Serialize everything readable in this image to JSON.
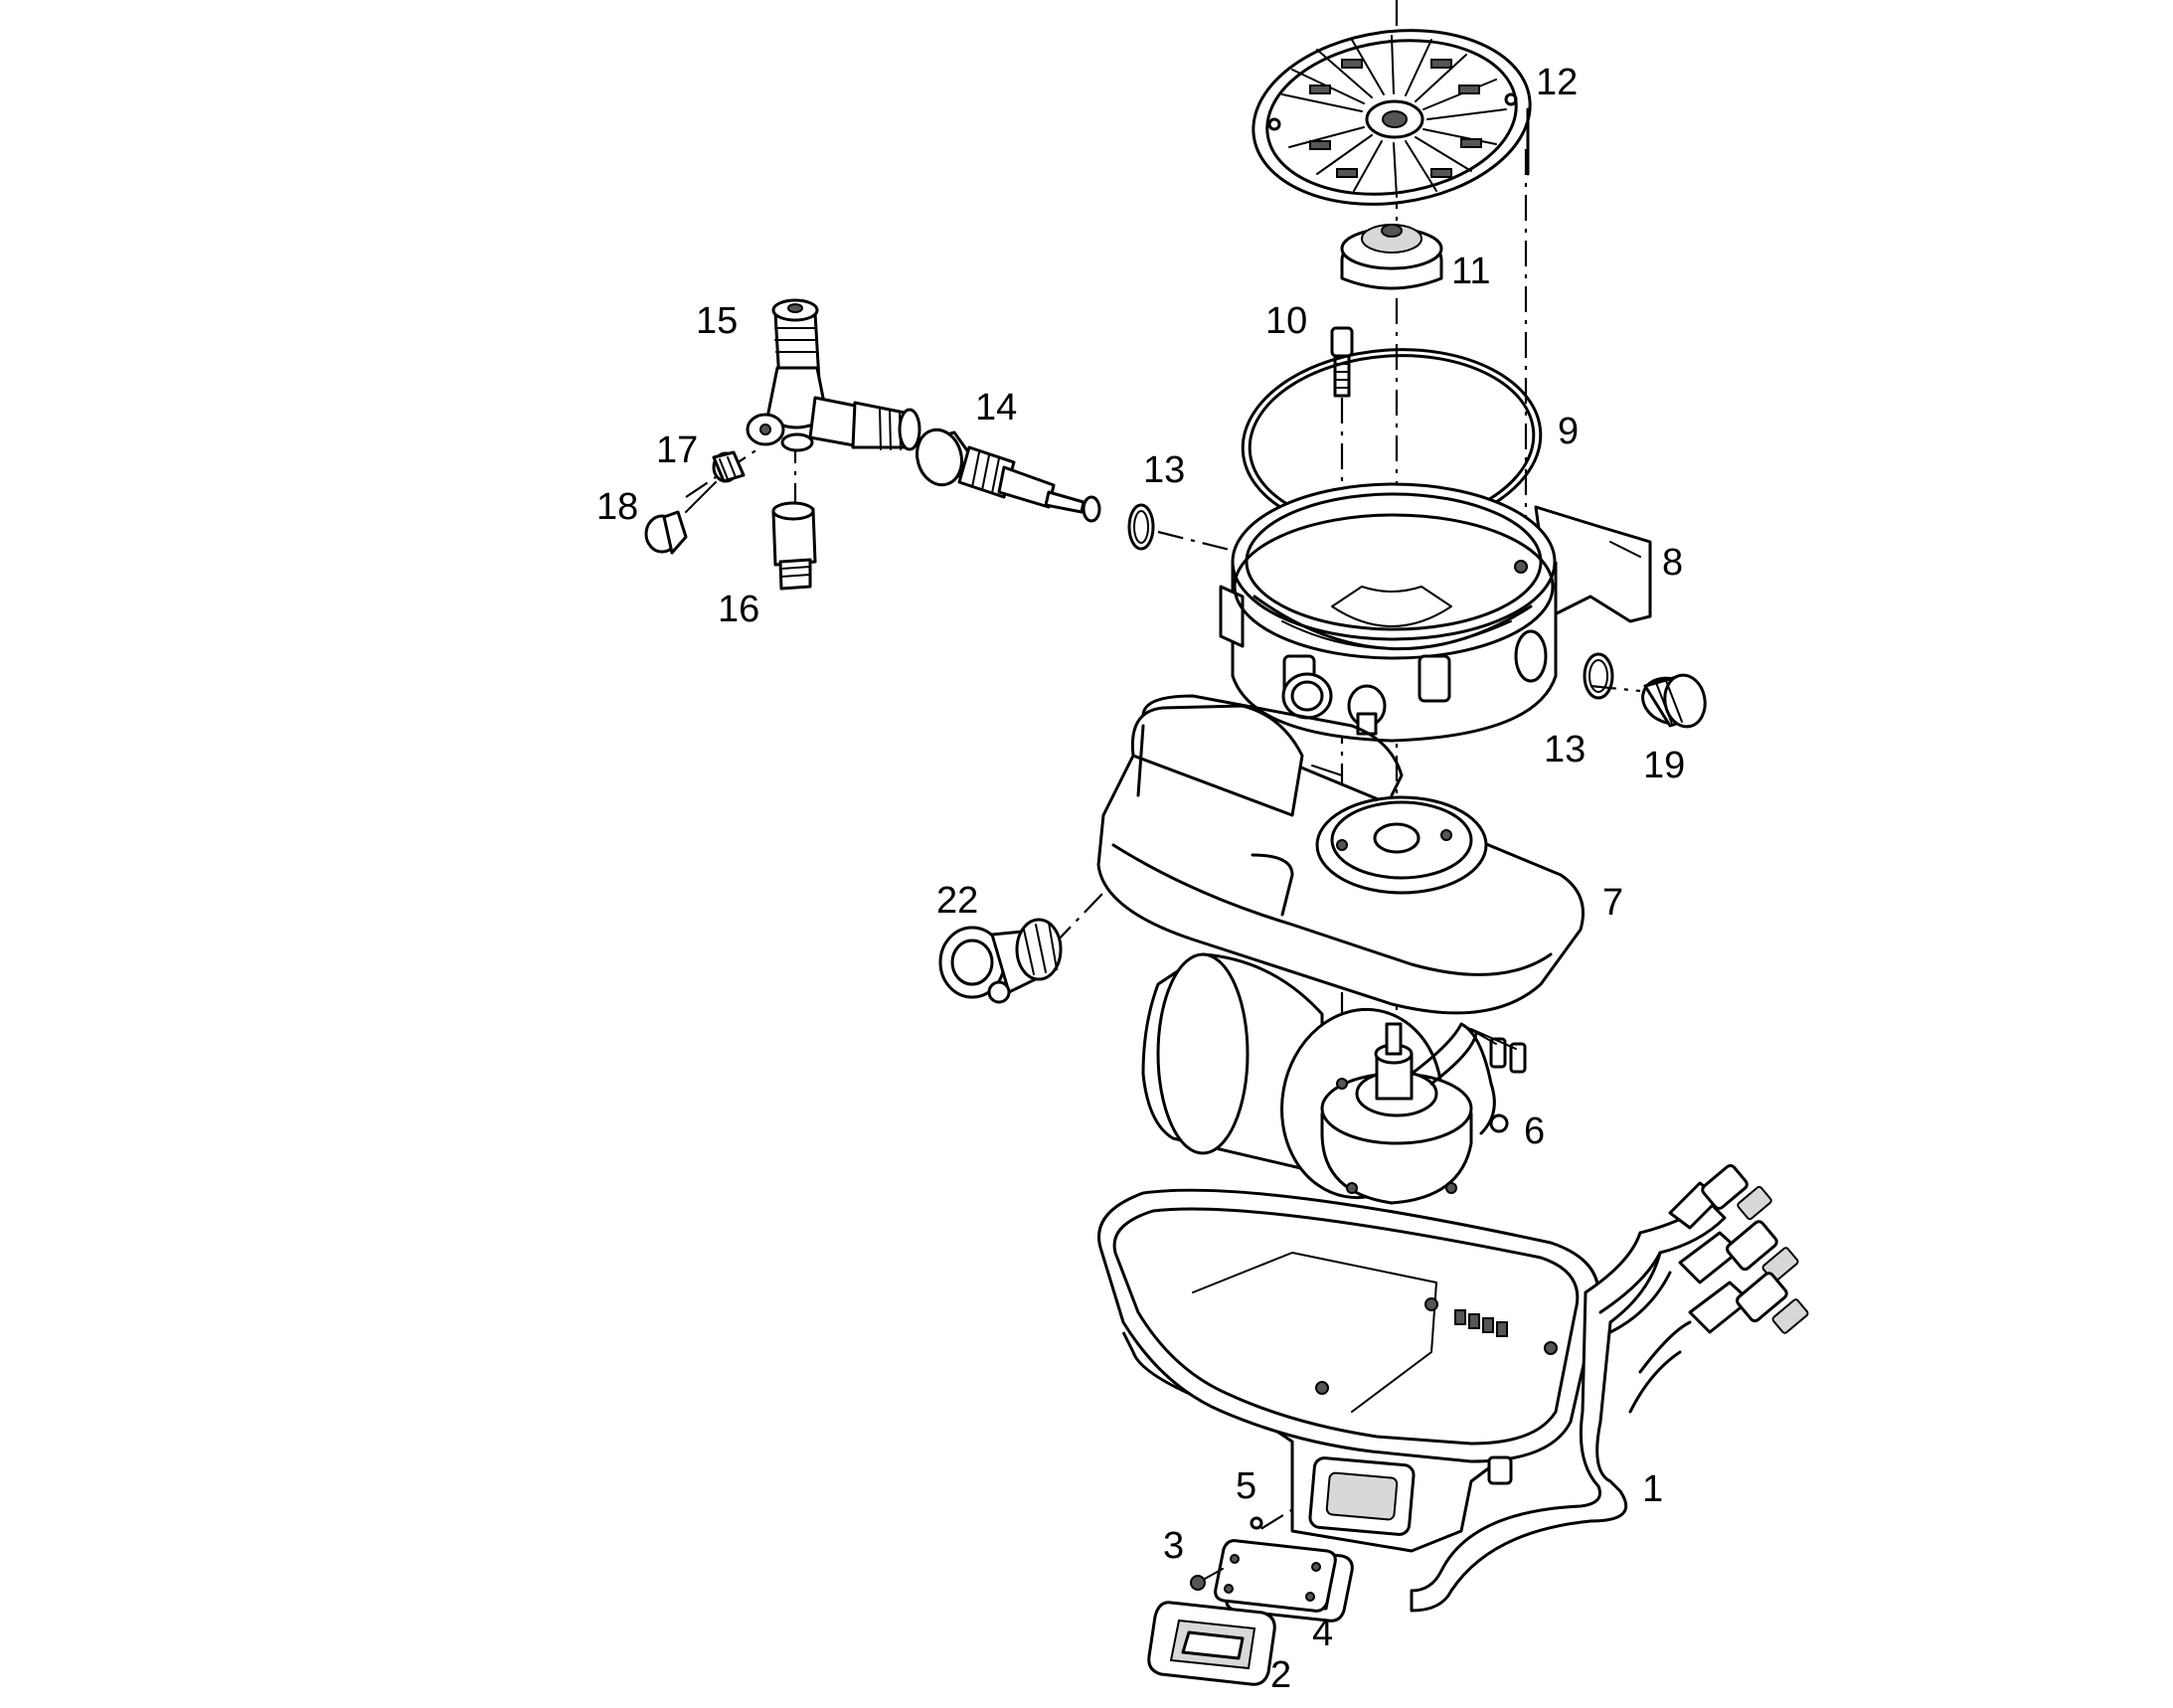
{
  "diagram": {
    "callouts": [
      {
        "id": "1",
        "text": "1"
      },
      {
        "id": "2",
        "text": "2"
      },
      {
        "id": "3",
        "text": "3"
      },
      {
        "id": "4",
        "text": "4"
      },
      {
        "id": "5",
        "text": "5"
      },
      {
        "id": "6",
        "text": "6"
      },
      {
        "id": "7",
        "text": "7"
      },
      {
        "id": "8",
        "text": "8"
      },
      {
        "id": "9",
        "text": "9"
      },
      {
        "id": "10",
        "text": "10"
      },
      {
        "id": "11",
        "text": "11"
      },
      {
        "id": "12",
        "text": "12"
      },
      {
        "id": "13a",
        "text": "13"
      },
      {
        "id": "13b",
        "text": "13"
      },
      {
        "id": "14",
        "text": "14"
      },
      {
        "id": "15",
        "text": "15"
      },
      {
        "id": "16",
        "text": "16"
      },
      {
        "id": "17",
        "text": "17"
      },
      {
        "id": "18",
        "text": "18"
      },
      {
        "id": "19",
        "text": "19"
      },
      {
        "id": "22",
        "text": "22"
      }
    ]
  }
}
